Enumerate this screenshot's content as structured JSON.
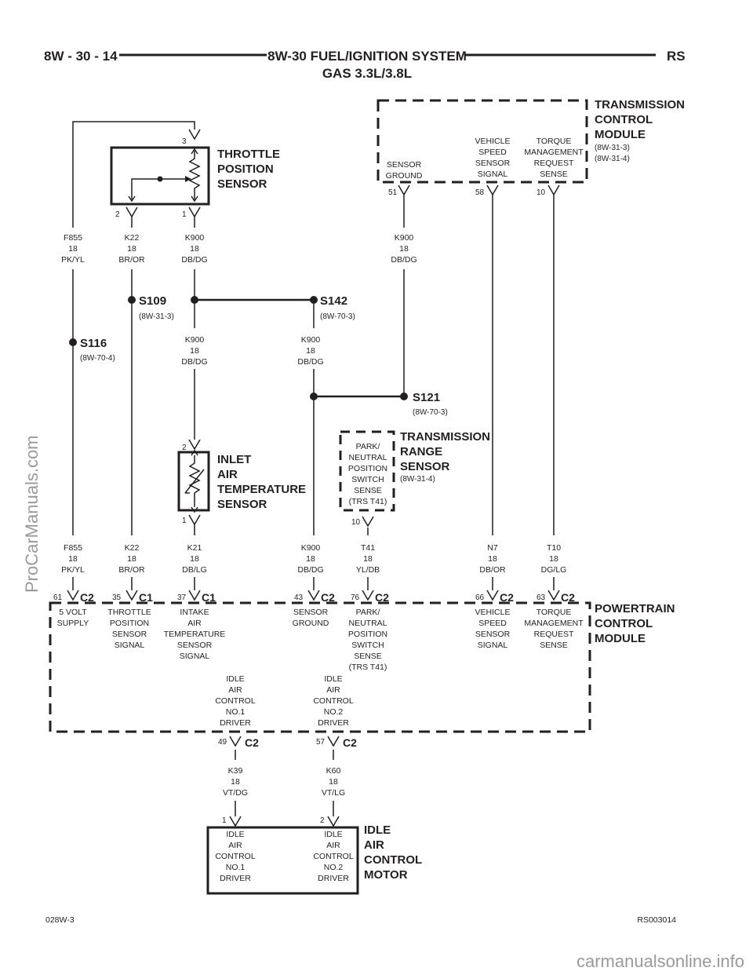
{
  "header": {
    "left": "8W - 30 - 14",
    "title": "8W-30 FUEL/IGNITION SYSTEM",
    "subtitle": "GAS 3.3L/3.8L",
    "right": "RS"
  },
  "tcm": {
    "name": [
      "TRANSMISSION",
      "CONTROL",
      "MODULE"
    ],
    "refs": [
      "(8W-31-3)",
      "(8W-31-4)"
    ],
    "pins": [
      {
        "num": "51",
        "desc": [
          "SENSOR",
          "GROUND"
        ]
      },
      {
        "num": "58",
        "desc": [
          "VEHICLE",
          "SPEED",
          "SENSOR",
          "SIGNAL"
        ]
      },
      {
        "num": "10",
        "desc": [
          "TORQUE",
          "MANAGEMENT",
          "REQUEST",
          "SENSE"
        ]
      }
    ]
  },
  "tps": {
    "name": [
      "THROTTLE",
      "POSITION",
      "SENSOR"
    ],
    "pins": [
      "3",
      "2",
      "1"
    ]
  },
  "iat": {
    "name": [
      "INLET",
      "AIR",
      "TEMPERATURE",
      "SENSOR"
    ],
    "pins": [
      "2",
      "1"
    ]
  },
  "trs": {
    "name": [
      "TRANSMISSION",
      "RANGE",
      "SENSOR"
    ],
    "ref": "(8W-31-4)",
    "desc": [
      "PARK/",
      "NEUTRAL",
      "POSITION",
      "SWITCH",
      "SENSE",
      "(TRS T41)"
    ],
    "pin": "10"
  },
  "splices": [
    {
      "id": "S109",
      "ref": "(8W-31-3)"
    },
    {
      "id": "S142",
      "ref": "(8W-70-3)"
    },
    {
      "id": "S116",
      "ref": "(8W-70-4)"
    },
    {
      "id": "S121",
      "ref": "(8W-70-3)"
    }
  ],
  "wires": {
    "f855_top": [
      "F855",
      "18",
      "PK/YL"
    ],
    "k22_top": [
      "K22",
      "18",
      "BR/OR"
    ],
    "k900_tps": [
      "K900",
      "18",
      "DB/DG"
    ],
    "k900_tcm": [
      "K900",
      "18",
      "DB/DG"
    ],
    "k900_mid1": [
      "K900",
      "18",
      "DB/DG"
    ],
    "k900_mid2": [
      "K900",
      "18",
      "DB/DG"
    ],
    "f855_bot": [
      "F855",
      "18",
      "PK/YL"
    ],
    "k22_bot": [
      "K22",
      "18",
      "BR/OR"
    ],
    "k21": [
      "K21",
      "18",
      "DB/LG"
    ],
    "k900_bot": [
      "K900",
      "18",
      "DB/DG"
    ],
    "t41": [
      "T41",
      "18",
      "YL/DB"
    ],
    "n7": [
      "N7",
      "18",
      "DB/OR"
    ],
    "t10": [
      "T10",
      "18",
      "DG/LG"
    ],
    "k39": [
      "K39",
      "18",
      "VT/DG"
    ],
    "k60": [
      "K60",
      "18",
      "VT/LG"
    ]
  },
  "pcm": {
    "name": [
      "POWERTRAIN",
      "CONTROL",
      "MODULE"
    ],
    "pins": [
      {
        "num": "61",
        "conn": "C2",
        "desc": [
          "5 VOLT",
          "SUPPLY"
        ]
      },
      {
        "num": "35",
        "conn": "C1",
        "desc": [
          "THROTTLE",
          "POSITION",
          "SENSOR",
          "SIGNAL"
        ]
      },
      {
        "num": "37",
        "conn": "C1",
        "desc": [
          "INTAKE",
          "AIR",
          "TEMPERATURE",
          "SENSOR",
          "SIGNAL"
        ]
      },
      {
        "num": "43",
        "conn": "C2",
        "desc": [
          "SENSOR",
          "GROUND"
        ]
      },
      {
        "num": "76",
        "conn": "C2",
        "desc": [
          "PARK/",
          "NEUTRAL",
          "POSITION",
          "SWITCH",
          "SENSE",
          "(TRS T41)"
        ]
      },
      {
        "num": "66",
        "conn": "C2",
        "desc": [
          "VEHICLE",
          "SPEED",
          "SENSOR",
          "SIGNAL"
        ]
      },
      {
        "num": "63",
        "conn": "C2",
        "desc": [
          "TORQUE",
          "MANAGEMENT",
          "REQUEST",
          "SENSE"
        ]
      }
    ],
    "lower_pins": [
      {
        "num": "49",
        "conn": "C2",
        "desc": [
          "IDLE",
          "AIR",
          "CONTROL",
          "NO.1",
          "DRIVER"
        ]
      },
      {
        "num": "57",
        "conn": "C2",
        "desc": [
          "IDLE",
          "AIR",
          "CONTROL",
          "NO.2",
          "DRIVER"
        ]
      }
    ]
  },
  "iac": {
    "name": [
      "IDLE",
      "AIR",
      "CONTROL",
      "MOTOR"
    ],
    "pins": [
      {
        "num": "1",
        "desc": [
          "IDLE",
          "AIR",
          "CONTROL",
          "NO.1",
          "DRIVER"
        ]
      },
      {
        "num": "2",
        "desc": [
          "IDLE",
          "AIR",
          "CONTROL",
          "NO.2",
          "DRIVER"
        ]
      }
    ]
  },
  "footer": {
    "left": "028W-3",
    "right": "RS003014"
  },
  "watermarks": {
    "side": "ProCarManuals.com",
    "bottom": "carmanualsonline.info"
  }
}
